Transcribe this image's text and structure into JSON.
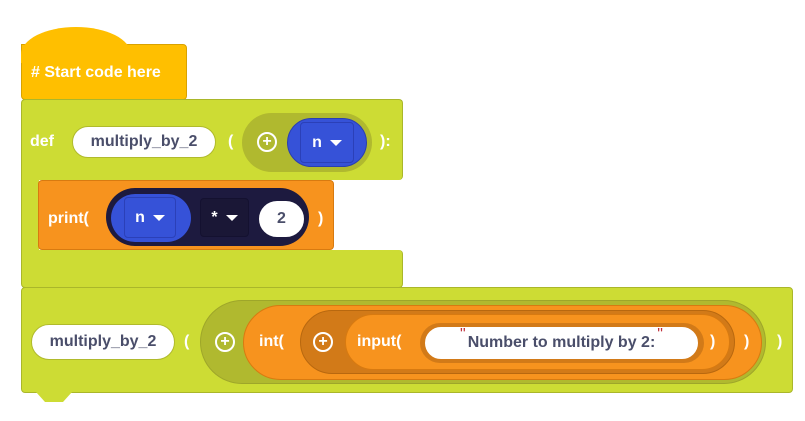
{
  "hat_block": {
    "label": "# Start code here"
  },
  "def_block": {
    "keyword": "def",
    "function_name": "multiply_by_2",
    "open_paren": "(",
    "close": "):",
    "param": "n"
  },
  "print_block": {
    "label": "print(",
    "var": "n",
    "operator": "*",
    "value": "2",
    "close": ")"
  },
  "call_block": {
    "function_name": "multiply_by_2",
    "open_paren": "(",
    "int_label": "int(",
    "input_label": "input(",
    "string_value": "Number to multiply by 2:",
    "quote": "\"",
    "close_input": ")",
    "close_int": ")",
    "close_call": ")"
  },
  "colors": {
    "hat": "#ffbf00",
    "function": "#cddc34",
    "print": "#f7931e",
    "variable": "#3652d8",
    "operator": "#1d1a3f"
  }
}
